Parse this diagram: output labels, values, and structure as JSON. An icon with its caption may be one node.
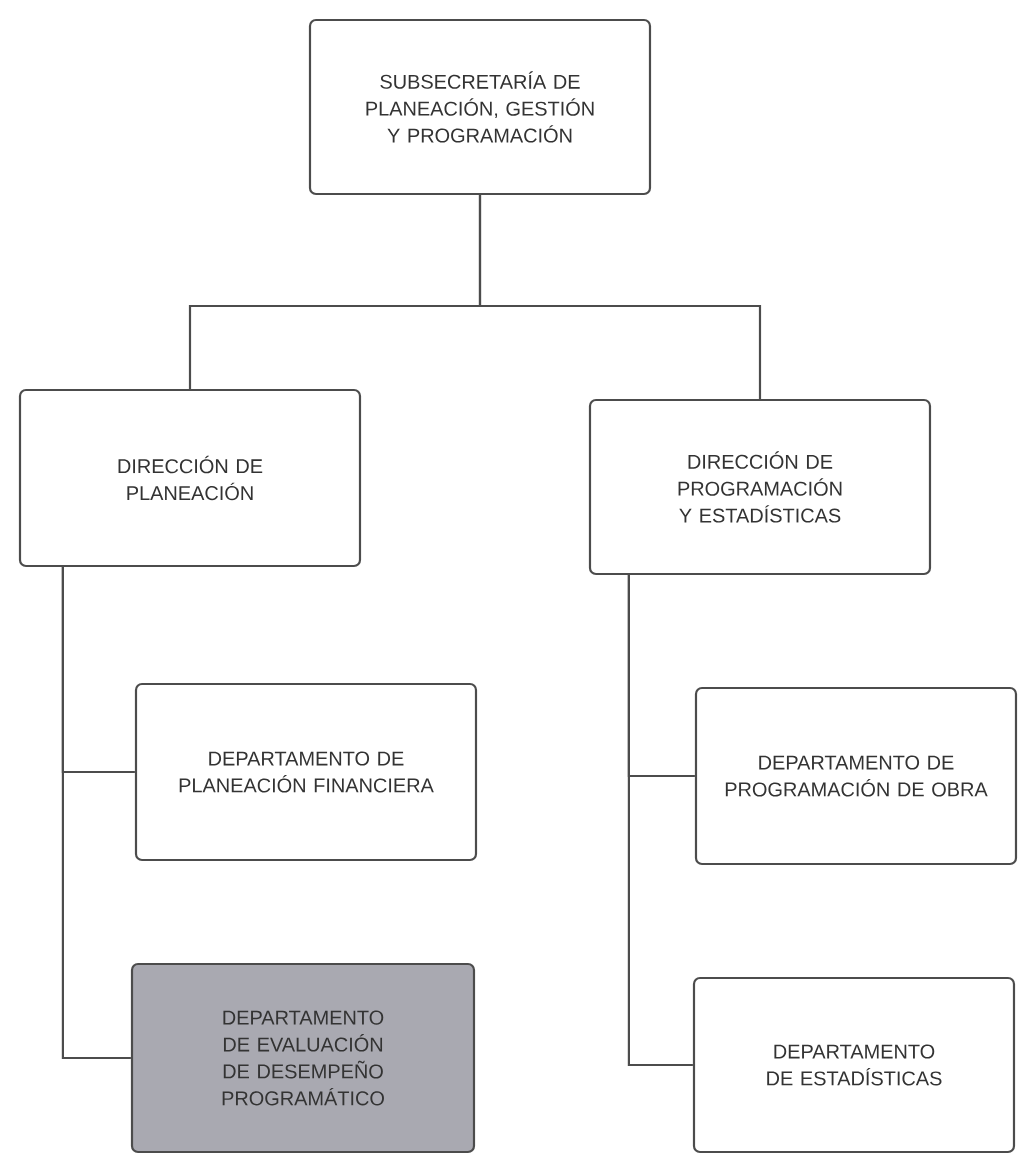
{
  "diagram": {
    "nodes": [
      {
        "text": [
          "SUBSECRETARÍA DE PLANEACIÓN, GESTIÓN Y PROGRAMACIÓN"
        ]
      },
      {
        "text": [
          "DIRECCIÓN DE PLANEACIÓN"
        ]
      },
      {
        "text": [
          "DIRECCIÓN DE PROGRAMACIÓN Y ESTADÍSTICAS"
        ]
      },
      {
        "text": [
          "DEPARTAMENTO DE PLANEACIÓN FINANCIERA"
        ]
      },
      {
        "text": [
          "DEPARTAMENTO DE EVALUACIÓN DE DESEMPEÑO PROGRAMÁTICO"
        ]
      },
      {
        "text": [
          "DEPARTAMENTO DE PROGRAMACIÓN DE OBRA"
        ]
      },
      {
        "text": [
          "DEPARTAMENTO DE ESTADÍSTICAS"
        ]
      }
    ],
    "edges": [
      {
        "from": 0,
        "to": 1,
        "arrow": "none"
      },
      {
        "from": 0,
        "to": 2,
        "arrow": "none"
      },
      {
        "from": 1,
        "to": 3,
        "arrow": "none"
      },
      {
        "from": 1,
        "to": 4,
        "arrow": "none"
      },
      {
        "from": 2,
        "to": 5,
        "arrow": "none"
      },
      {
        "from": 2,
        "to": 6,
        "arrow": "none"
      }
    ]
  }
}
